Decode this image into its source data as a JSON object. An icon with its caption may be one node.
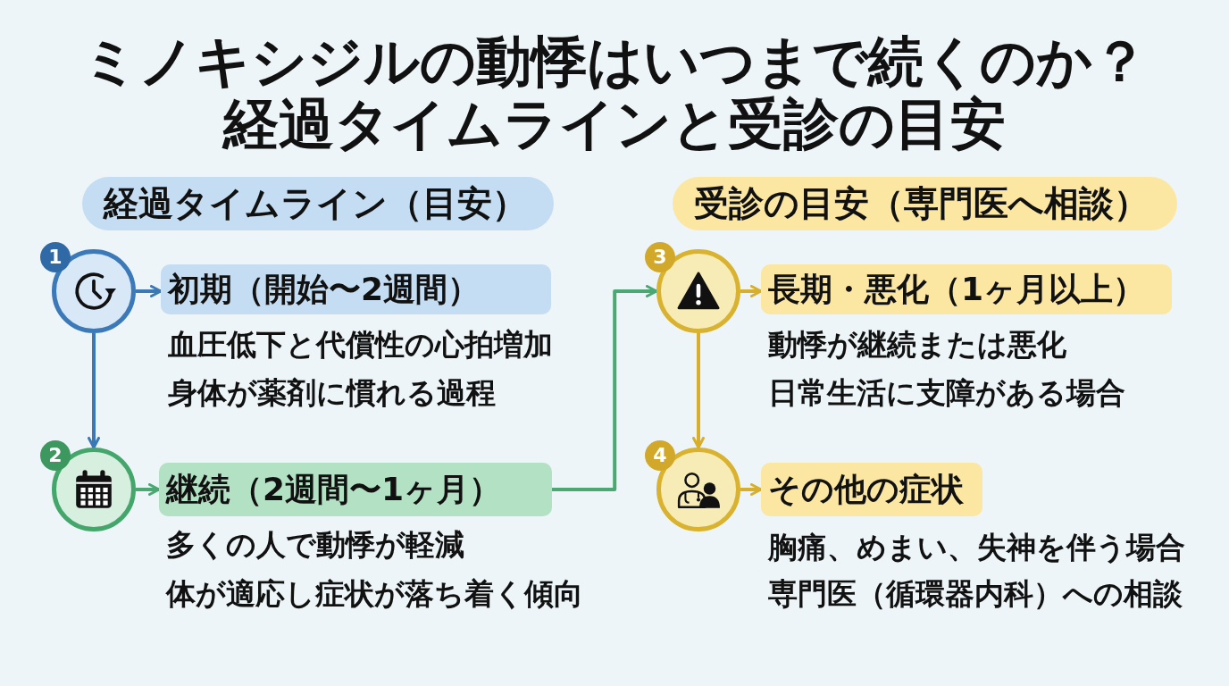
{
  "diagram": {
    "title": "ミノキシジルの動悸はいつまで続くのか？経過タイムラインと受診の目安",
    "nodes": [
      {
        "text": [
          "経過タイムライン（目安）"
        ]
      },
      {
        "text": [
          "1"
        ]
      },
      {
        "text": [
          "初期（開始〜2週間）"
        ],
        "beside": [
          "血圧低下と代償性の心拍増加",
          "身体が薬剤に慣れる過程"
        ]
      },
      {
        "text": [
          "2"
        ]
      },
      {
        "text": [
          "継続（2週間〜1ヶ月）"
        ],
        "beside": [
          "多くの人で動悸が軽減",
          "体が適応し症状が落ち着く傾向"
        ]
      },
      {
        "text": [
          "受診の目安（専門医へ相談）"
        ]
      },
      {
        "text": [
          "3"
        ]
      },
      {
        "text": [
          "長期・悪化（1ヶ月以上）"
        ],
        "beside": [
          "動悸が継続または悪化",
          "日常生活に支障がある場合"
        ]
      },
      {
        "text": [
          "4"
        ]
      },
      {
        "text": [
          "その他の症状"
        ],
        "beside": [
          "胸痛、めまい、失神を伴う場合",
          "専門医（循環器内科）への相談"
        ]
      }
    ],
    "edges": [
      {
        "from": 1,
        "to": 2,
        "arrow": "to",
        "color": "#3a78b6"
      },
      {
        "from": 1,
        "to": 3,
        "arrow": "to",
        "color": "#3a78b6"
      },
      {
        "from": 3,
        "to": 4,
        "arrow": "to",
        "color": "#4aa872"
      },
      {
        "from": 4,
        "to": 6,
        "arrow": "to",
        "color": "#4aa872"
      },
      {
        "from": 6,
        "to": 7,
        "arrow": "to"
      },
      {
        "from": 6,
        "to": 8,
        "arrow": "to"
      },
      {
        "from": 8,
        "to": 9,
        "arrow": "to"
      }
    ]
  }
}
